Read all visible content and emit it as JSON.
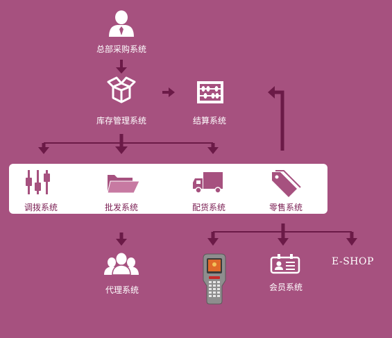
{
  "colors": {
    "background": "#a6517f",
    "arrow": "#6b1a47",
    "panel_bg": "#ffffff",
    "panel_icon": "#a6517f",
    "panel_text": "#7a1d52",
    "white": "#ffffff"
  },
  "nodes": {
    "hq": {
      "label": "总部采购系统",
      "icon": "user-tie-icon"
    },
    "inventory": {
      "label": "库存管理系统",
      "icon": "open-box-icon"
    },
    "settlement": {
      "label": "结算系统",
      "icon": "abacus-icon"
    },
    "transfer": {
      "label": "调拨系统",
      "icon": "sliders-icon"
    },
    "wholesale": {
      "label": "批发系统",
      "icon": "folder-icon"
    },
    "distribution": {
      "label": "配货系统",
      "icon": "truck-icon"
    },
    "retail": {
      "label": "零售系统",
      "icon": "tag-icon"
    },
    "agent": {
      "label": "代理系统",
      "icon": "group-icon"
    },
    "handheld": {
      "icon": "handheld-terminal-icon"
    },
    "member": {
      "label": "会员系统",
      "icon": "member-card-icon"
    },
    "eshop": {
      "label": "E-SHOP"
    }
  }
}
